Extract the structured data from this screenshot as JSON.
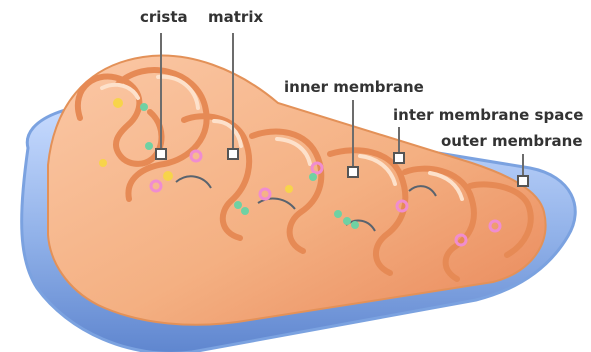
{
  "labels": {
    "crista": "crista",
    "matrix": "matrix",
    "inner_membrane": "inner membrane",
    "inter_membrane_space": "inter membrane space",
    "outer_membrane": "outer membrane"
  },
  "colors": {
    "outer_membrane_blue": "#8fb0e8",
    "outer_membrane_dark": "#5f86cf",
    "inner_membrane_orange": "#f4b082",
    "inner_membrane_deep": "#e9885a",
    "label_text": "#333333",
    "leader_line": "#6c6c6c"
  },
  "particles": [
    {
      "color": "#f7d44a",
      "shape": "circle"
    },
    {
      "color": "#f08dd0",
      "shape": "ring"
    },
    {
      "color": "#6fd1a3",
      "shape": "circle"
    }
  ]
}
